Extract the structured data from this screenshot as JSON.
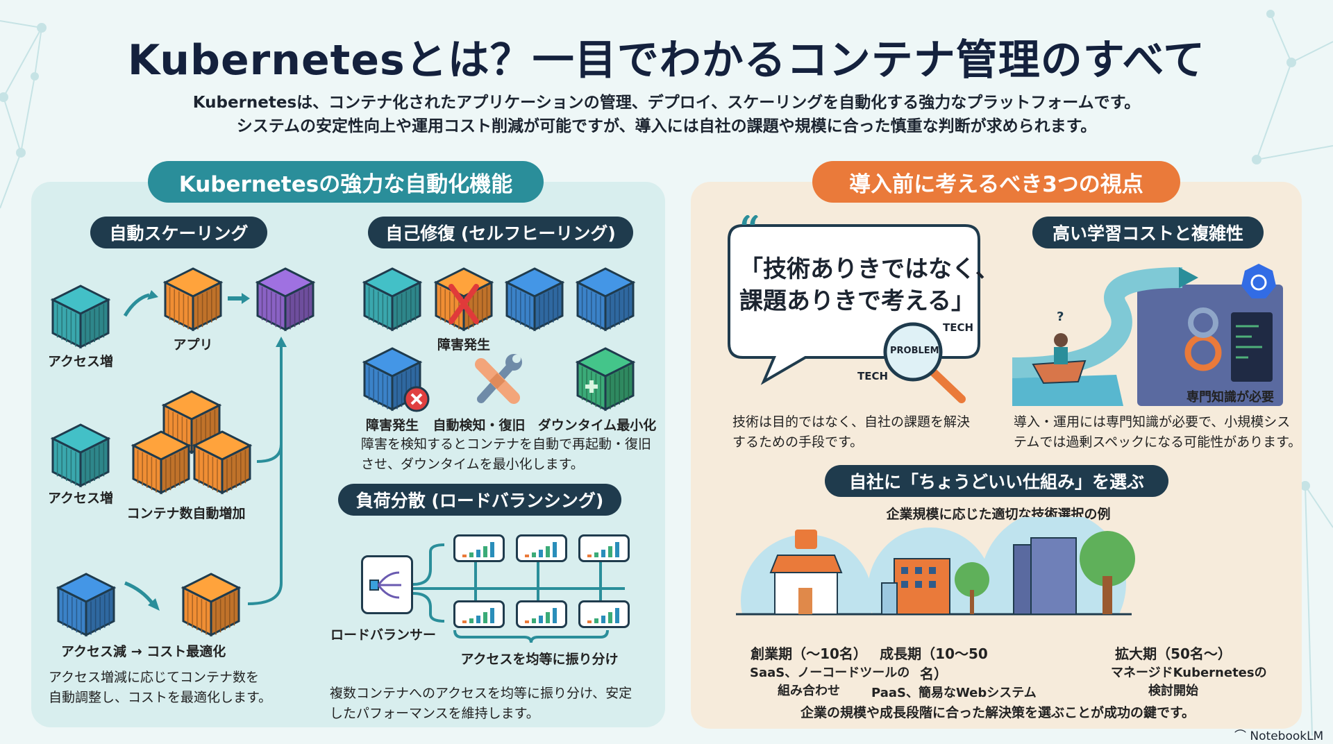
{
  "title": "Kubernetesとは？一目でわかるコンテナ管理のすべて",
  "subtitle": [
    "Kubernetesは、コンテナ化されたアプリケーションの管理、デプロイ、スケーリングを自動化する強力なプラットフォームです。",
    "システムの安定性向上や運用コスト削減が可能ですが、導入には自社の課題や規模に合った慎重な判断が求められます。"
  ],
  "left": {
    "header": "Kubernetesの強力な自動化機能",
    "scaling": {
      "title": "自動スケーリング",
      "labels": {
        "access_up_1": "アクセス増",
        "app": "アプリ",
        "access_up_2": "アクセス増",
        "auto_increase": "コンテナ数自動増加",
        "access_down": "アクセス減",
        "arrow": "→",
        "cost_opt": "コスト最適化"
      },
      "desc": [
        "アクセス増減に応じてコンテナ数を",
        "自動調整し、コストを最適化します。"
      ]
    },
    "healing": {
      "title": "自己修復 (セルフヒーリング)",
      "labels": {
        "failure_top": "障害発生",
        "failure": "障害発生",
        "detect": "自動検知・復旧",
        "downtime": "ダウンタイム最小化"
      },
      "desc": [
        "障害を検知するとコンテナを自動で再起動・復旧",
        "させ、ダウンタイムを最小化します。"
      ]
    },
    "balancing": {
      "title": "負荷分散 (ロードバランシング)",
      "lb_label": "ロードバランサー",
      "distribute_label": "アクセスを均等に振り分け",
      "desc": [
        "複数コンテナへのアクセスを均等に振り分け、安定",
        "したパフォーマンスを維持します。"
      ]
    }
  },
  "right": {
    "header": "導入前に考えるべき3つの視点",
    "quote": {
      "text": [
        "「技術ありきではなく、",
        "課題ありきで考える」"
      ],
      "tech_1": "TECH",
      "tech_2": "TECH",
      "problem": "PROBLEM",
      "desc": [
        "技術は目的ではなく、自社の課題を解決",
        "するための手段です。"
      ]
    },
    "learning": {
      "title": "高い学習コストと複雑性",
      "caption": "専門知識が必要",
      "desc": [
        "導入・運用には専門知識が必要で、小規模シス",
        "テムでは過剰スペックになる可能性があります。"
      ]
    },
    "choose": {
      "title": "自社に「ちょうどいい仕組み」を選ぶ",
      "subtitle": "企業規模に応じた適切な技術選択の例",
      "stages": [
        {
          "name": "創業期（〜10名）",
          "lines": [
            "SaaS、ノーコードツールの",
            "組み合わせ"
          ]
        },
        {
          "name": "成長期（10〜50名）",
          "lines": [
            "PaaS、簡易なWebシステム"
          ]
        },
        {
          "name": "拡大期（50名〜）",
          "lines": [
            "マネージドKubernetesの",
            "検討開始"
          ]
        }
      ],
      "footer": "企業の規模や成長段階に合った解決策を選ぶことが成功の鍵です。"
    }
  },
  "brand": "NotebookLM",
  "colors": {
    "teal": "#2a8e9a",
    "orange": "#ea7a3a",
    "dark": "#1f3b4d",
    "left_bg": "#d8eeee",
    "right_bg": "#f6ebdb"
  }
}
